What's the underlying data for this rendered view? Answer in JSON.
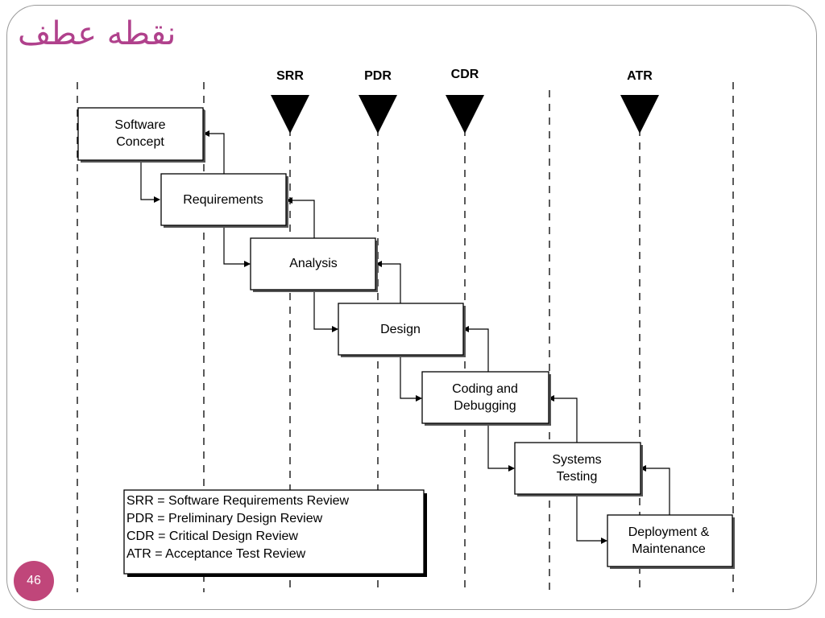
{
  "slide": {
    "title": "نقطه عطف",
    "page_number": "46"
  },
  "milestones": [
    "SRR",
    "PDR",
    "CDR",
    "ATR"
  ],
  "phases": [
    {
      "line1": "Software",
      "line2": "Concept"
    },
    {
      "line1": "Requirements",
      "line2": ""
    },
    {
      "line1": "Analysis",
      "line2": ""
    },
    {
      "line1": "Design",
      "line2": ""
    },
    {
      "line1": "Coding and",
      "line2": "Debugging"
    },
    {
      "line1": "Systems",
      "line2": "Testing"
    },
    {
      "line1": "Deployment &",
      "line2": "Maintenance"
    }
  ],
  "legend": [
    "SRR = Software Requirements Review",
    "PDR = Preliminary Design Review",
    "CDR = Critical Design Review",
    "ATR = Acceptance Test Review"
  ],
  "colors": {
    "title": "#b0418c",
    "page_badge": "#c0467a",
    "lines": "#000000"
  }
}
